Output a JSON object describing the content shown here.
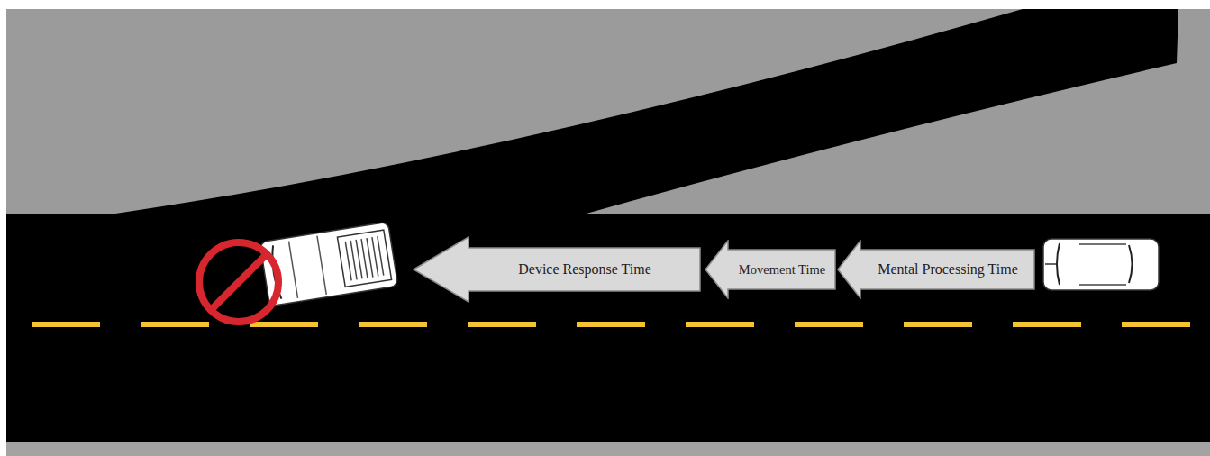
{
  "diagram": {
    "nodes": [
      {
        "text": [
          "Device Response Time"
        ]
      },
      {
        "text": [
          "Movement Time"
        ]
      },
      {
        "text": [
          "Mental Processing Time"
        ]
      }
    ]
  }
}
